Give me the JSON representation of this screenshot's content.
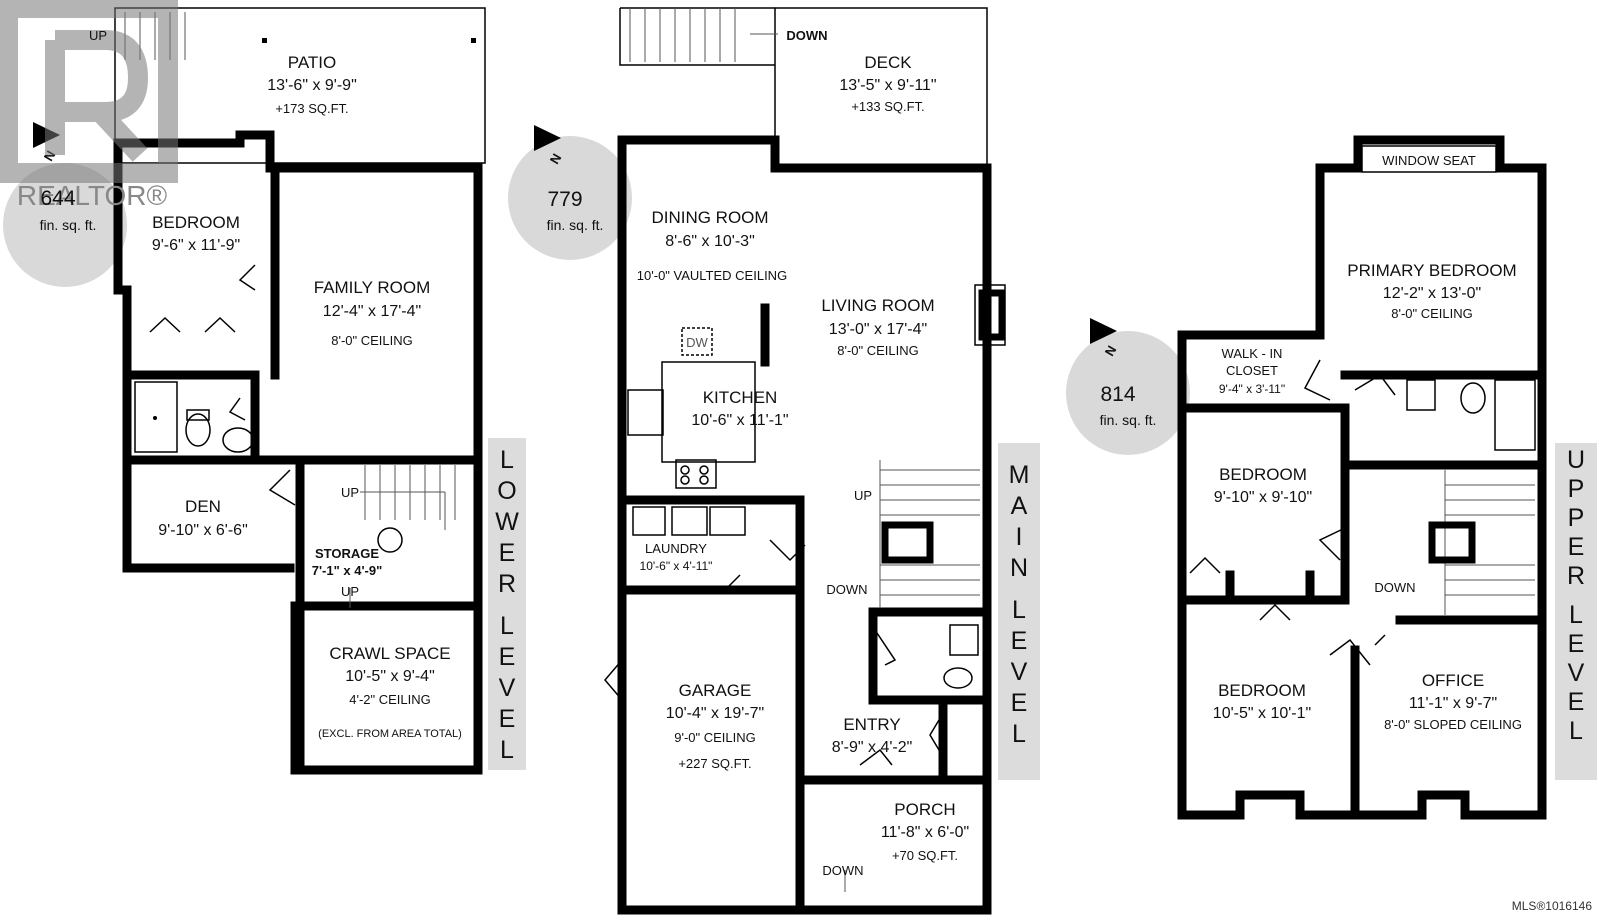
{
  "watermark": {
    "brand": "REALTOR®"
  },
  "mls_number": "MLS®1016146",
  "floors": {
    "lower": {
      "level_label": "LOWER LEVEL",
      "compass": "N",
      "area_value": "644",
      "area_unit": "fin. sq. ft.",
      "rooms": {
        "patio": {
          "name": "PATIO",
          "dims": "13'-6\" x 9'-9\"",
          "note": "+173 SQ.FT."
        },
        "bedroom": {
          "name": "BEDROOM",
          "dims": "9'-6\" x 11'-9\""
        },
        "family": {
          "name": "FAMILY ROOM",
          "dims": "12'-4\" x 17'-4\"",
          "note": "8'-0\" CEILING"
        },
        "den": {
          "name": "DEN",
          "dims": "9'-10\" x 6'-6\""
        },
        "storage": {
          "name": "STORAGE",
          "dims": "7'-1\" x 4'-9\""
        },
        "crawl": {
          "name": "CRAWL SPACE",
          "dims": "10'-5\" x 9'-4\"",
          "note": "4'-2\" CEILING",
          "note2": "(EXCL. FROM AREA TOTAL)"
        }
      },
      "stairs": {
        "up1": "UP",
        "up2": "UP",
        "up3": "UP"
      }
    },
    "main": {
      "level_label": "MAIN LEVEL",
      "compass": "N",
      "area_value": "779",
      "area_unit": "fin. sq. ft.",
      "rooms": {
        "deck": {
          "name": "DECK",
          "dims": "13'-5\" x 9'-11\"",
          "note": "+133 SQ.FT."
        },
        "dining": {
          "name": "DINING ROOM",
          "dims": "8'-6\" x 10'-3\"",
          "note": "10'-0\" VAULTED CEILING"
        },
        "living": {
          "name": "LIVING ROOM",
          "dims": "13'-0\" x 17'-4\"",
          "note": "8'-0\" CEILING"
        },
        "kitchen": {
          "name": "KITCHEN",
          "dims": "10'-6\" x 11'-1\""
        },
        "laundry": {
          "name": "LAUNDRY",
          "dims": "10'-6\" x 4'-11\""
        },
        "garage": {
          "name": "GARAGE",
          "dims": "10'-4\" x 19'-7\"",
          "note": "9'-0\" CEILING",
          "note2": "+227 SQ.FT."
        },
        "entry": {
          "name": "ENTRY",
          "dims": "8'-9\" x 4'-2\""
        },
        "porch": {
          "name": "PORCH",
          "dims": "11'-8\" x 6'-0\"",
          "note": "+70 SQ.FT."
        }
      },
      "fixtures": {
        "dw": "DW"
      },
      "stairs": {
        "down_top": "DOWN",
        "up": "UP",
        "down_mid": "DOWN",
        "down_porch": "DOWN"
      }
    },
    "upper": {
      "level_label": "UPPER LEVEL",
      "compass": "N",
      "area_value": "814",
      "area_unit": "fin. sq. ft.",
      "rooms": {
        "window_seat": {
          "name": "WINDOW SEAT"
        },
        "primary": {
          "name": "PRIMARY BEDROOM",
          "dims": "12'-2\" x 13'-0\"",
          "note": "8'-0\" CEILING"
        },
        "walkin": {
          "name": "WALK - IN",
          "name2": "CLOSET",
          "dims": "9'-4\" x 3'-11\""
        },
        "bedroom1": {
          "name": "BEDROOM",
          "dims": "9'-10\" x 9'-10\""
        },
        "bedroom2": {
          "name": "BEDROOM",
          "dims": "10'-5\" x 10'-1\""
        },
        "office": {
          "name": "OFFICE",
          "dims": "11'-1\" x 9'-7\"",
          "note": "8'-0\" SLOPED CEILING"
        }
      },
      "stairs": {
        "down": "DOWN"
      }
    }
  }
}
